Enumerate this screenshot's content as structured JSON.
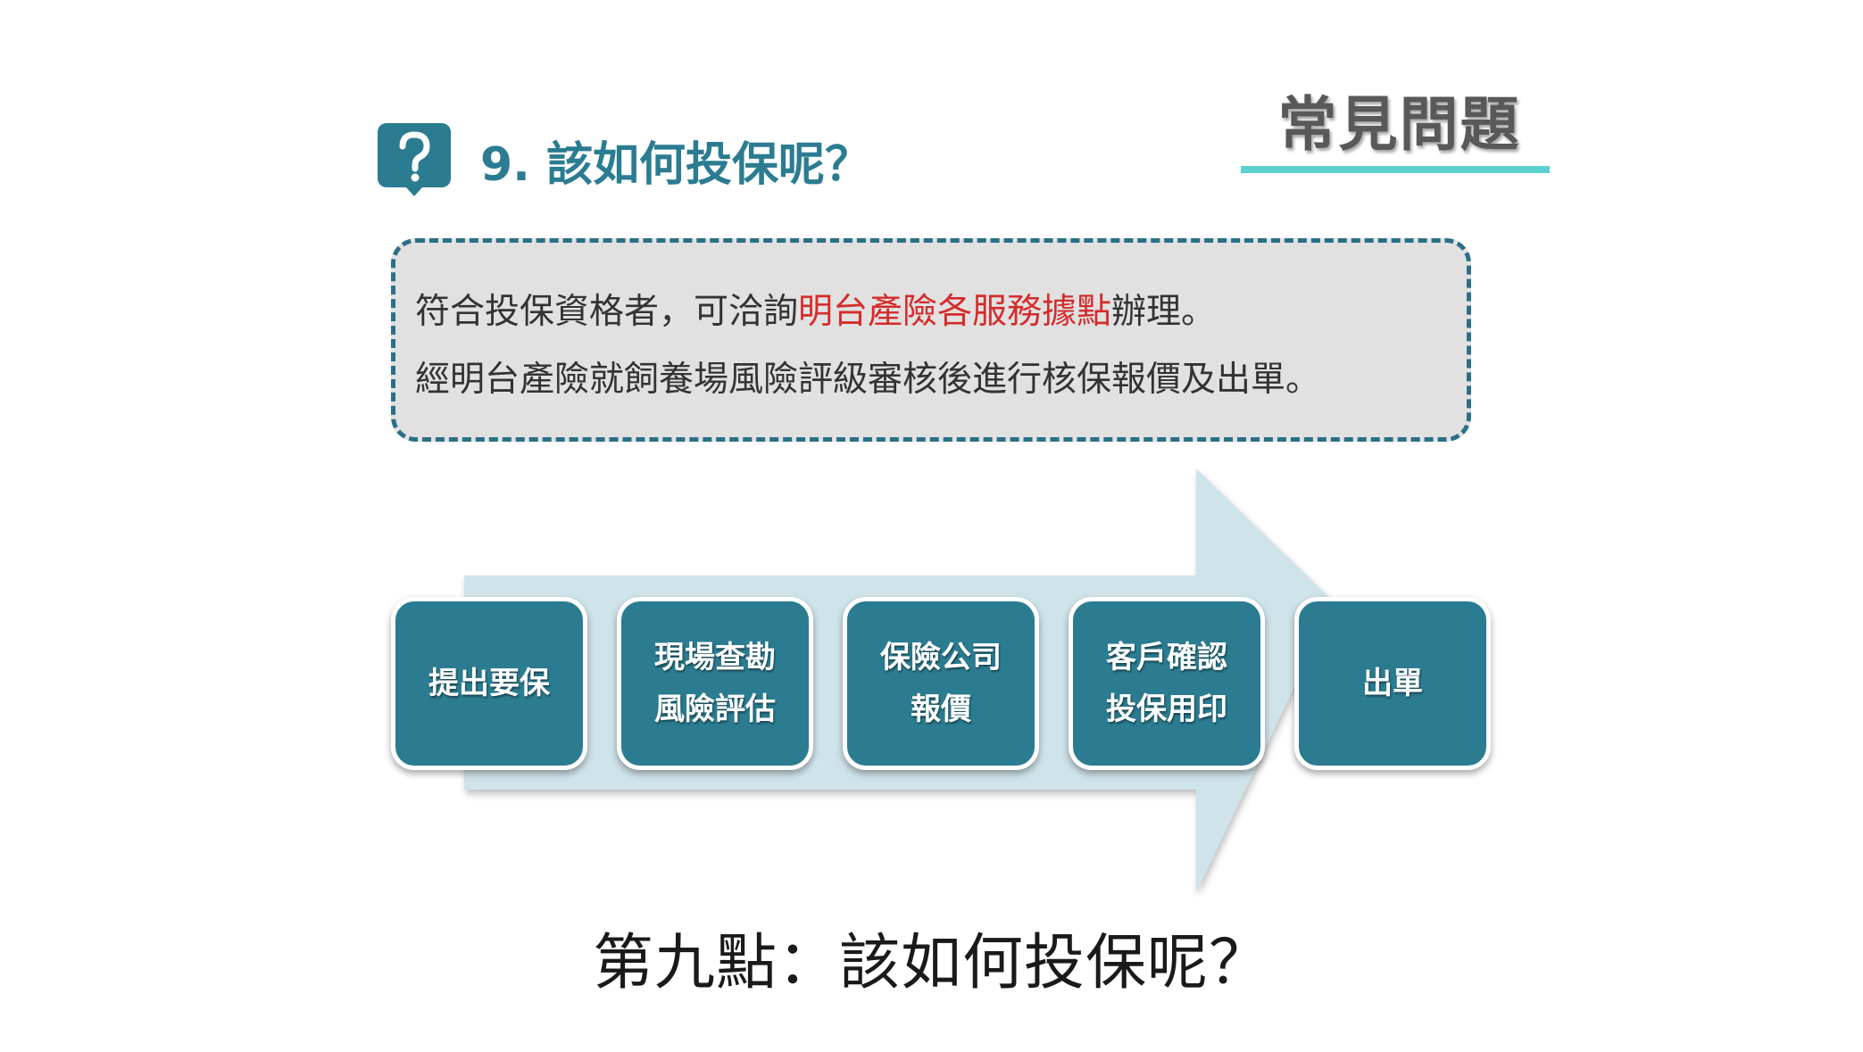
{
  "section": {
    "heading": "常見問題"
  },
  "question": {
    "icon": "question-mark-icon",
    "title": "9.  該如何投保呢？"
  },
  "info": {
    "line1_prefix": "符合投保資格者，可洽詢",
    "line1_highlight": "明台產險各服務據點",
    "line1_suffix": "辦理。",
    "line2": "經明台產險就飼養場風險評級審核後進行核保報價及出單。"
  },
  "flow": {
    "steps": [
      {
        "line1": "提出要保",
        "line2": ""
      },
      {
        "line1": "現場查勘",
        "line2": "風險評估"
      },
      {
        "line1": "保險公司",
        "line2": "報價"
      },
      {
        "line1": "客戶確認",
        "line2": "投保用印"
      },
      {
        "line1": "出單",
        "line2": ""
      }
    ]
  },
  "caption": "第九點：該如何投保呢？",
  "colors": {
    "primary": "#2b7c91",
    "accent_underline": "#5ccfd0",
    "highlight_red": "#d42c2c",
    "arrow": "#cfe3ea",
    "box_fill": "#e1e1e1"
  }
}
